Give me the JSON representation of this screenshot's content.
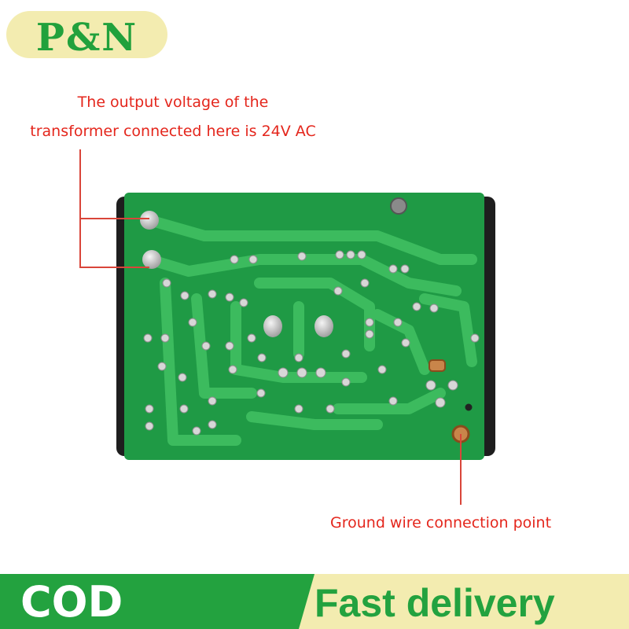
{
  "brand": {
    "logo_text": "P&N"
  },
  "callouts": {
    "transformer_line1": "The output voltage of the",
    "transformer_line2": "transformer connected here is 24V AC",
    "ground": "Ground wire connection point"
  },
  "footer": {
    "cod_label": "COD",
    "delivery_label": "Fast delivery"
  },
  "colors": {
    "brand_green": "#23a23f",
    "logo_bg": "#f3ecb0",
    "callout_red": "#e4261c",
    "pcb_green": "#1f9a45"
  }
}
